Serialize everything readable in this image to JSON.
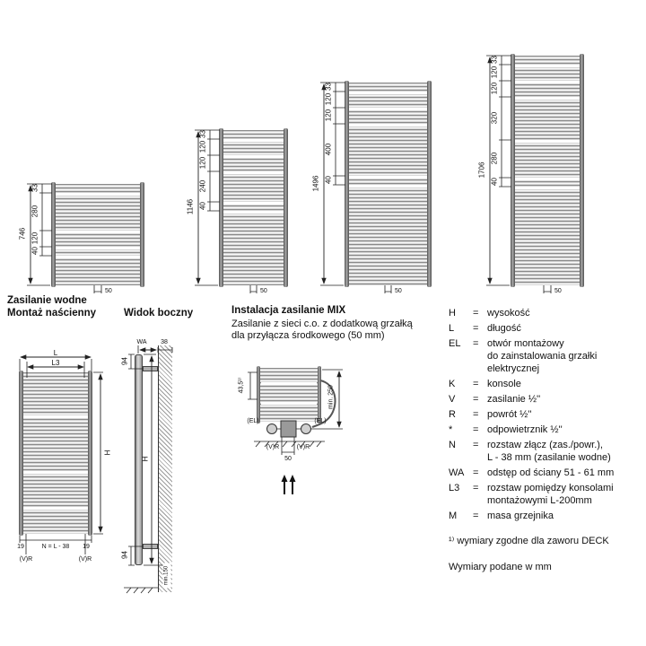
{
  "radiators": [
    {
      "total": "746",
      "segments": [
        "33",
        "280",
        "120",
        "40"
      ],
      "conn": "50"
    },
    {
      "total": "1146",
      "segments": [
        "33",
        "120",
        "120",
        "240",
        "40"
      ],
      "conn": "50"
    },
    {
      "total": "1496",
      "segments": [
        "33",
        "120",
        "120",
        "400",
        "40"
      ],
      "conn": "50"
    },
    {
      "total": "1706",
      "segments": [
        "33",
        "120",
        "120",
        "320",
        "280",
        "40"
      ],
      "conn": "50"
    }
  ],
  "water": {
    "title1": "Zasilanie wodne",
    "title2": "Montaż naścienny",
    "dim_l": "L",
    "dim_l3": "L3",
    "dim_h": "H",
    "dim_19_left": "19",
    "dim_n": "N = L - 38",
    "dim_19_right": "19",
    "conn_left": "(V)R",
    "conn_right": "(V)R"
  },
  "side": {
    "title": "Widok boczny",
    "dim_wa": "WA",
    "dim_38": "38",
    "dim_94_top": "94",
    "dim_h": "H",
    "dim_94_bottom": "94",
    "dim_min150": "min.150"
  },
  "mix": {
    "title": "Instalacja zasilanie MIX",
    "desc_line1": "Zasilanie z sieci c.o. z dodatkową grzałką",
    "desc_line2": "dla przyłącza środkowego (50 mm)",
    "dim_435": "43,5¹⁾",
    "dim_min250": "min. 250",
    "el_left": "(EL)",
    "el_right": "(EL)",
    "vr_left": "(V)R",
    "vr_right": "(V)R",
    "dim_50": "50"
  },
  "legend": {
    "rows": [
      {
        "key": "H",
        "eq": "=",
        "lines": [
          "wysokość"
        ]
      },
      {
        "key": "L",
        "eq": "=",
        "lines": [
          "długość"
        ]
      },
      {
        "key": "EL",
        "eq": "=",
        "lines": [
          "otwór montażowy",
          "do zainstalowania grzałki",
          "elektrycznej"
        ]
      },
      {
        "key": "K",
        "eq": "=",
        "lines": [
          "konsole"
        ]
      },
      {
        "key": "V",
        "eq": "=",
        "lines": [
          "zasilanie ½''"
        ]
      },
      {
        "key": "R",
        "eq": "=",
        "lines": [
          "powrót ½''"
        ]
      },
      {
        "key": "*",
        "eq": "=",
        "lines": [
          "odpowietrznik ½''"
        ]
      },
      {
        "key": "N",
        "eq": "=",
        "lines": [
          "rozstaw złącz (zas./powr.),",
          "L - 38 mm (zasilanie wodne)"
        ]
      },
      {
        "key": "WA",
        "eq": "=",
        "lines": [
          "odstęp od ściany 51 - 61 mm"
        ]
      },
      {
        "key": "L3",
        "eq": "=",
        "lines": [
          "rozstaw pomiędzy konsolami",
          "montażowymi L-200mm"
        ]
      },
      {
        "key": "M",
        "eq": "=",
        "lines": [
          "masa grzejnika"
        ]
      }
    ],
    "footnote": "¹⁾ wymiary zgodne dla zaworu DECK",
    "units_note": "Wymiary podane w mm"
  }
}
